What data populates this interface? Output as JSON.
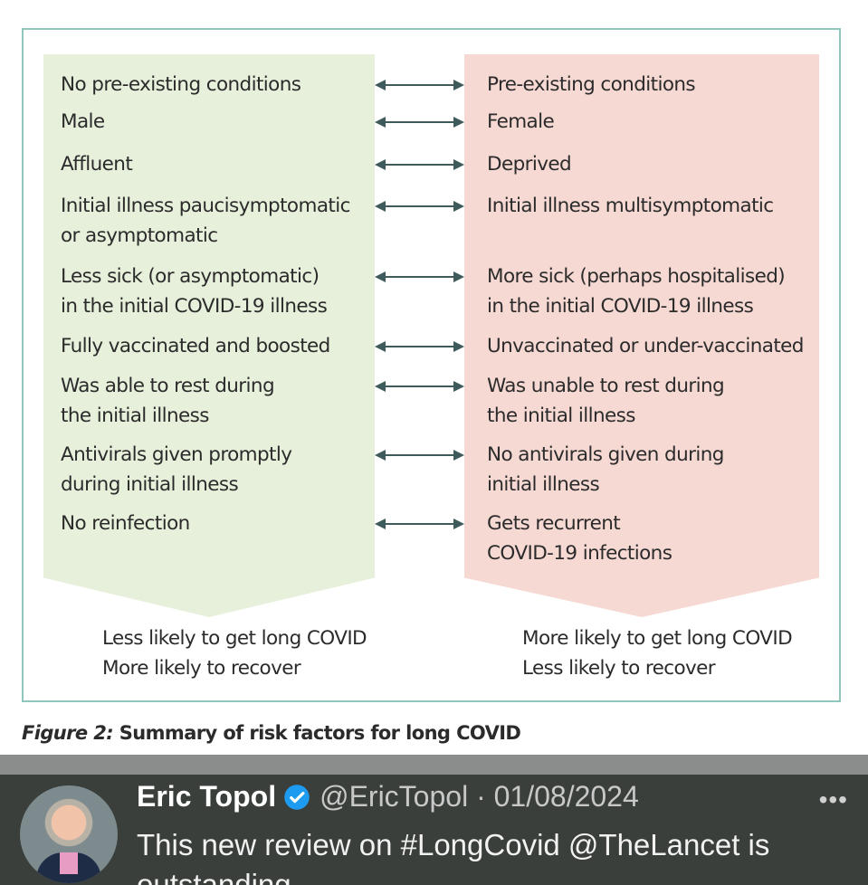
{
  "figure": {
    "left_factors": [
      "No pre-existing conditions",
      "Male",
      "Affluent",
      "Initial illness paucisymptomatic\nor asymptomatic",
      "Less sick (or asymptomatic)\nin the initial COVID-19 illness",
      "Fully vaccinated and boosted",
      "Was able to rest during\nthe initial illness",
      "Antivirals given promptly\nduring initial illness",
      "No reinfection"
    ],
    "right_factors": [
      "Pre-existing conditions",
      "Female",
      "Deprived",
      "Initial illness multisymptomatic",
      "More sick (perhaps hospitalised)\nin the initial COVID-19 illness",
      "Unvaccinated or under-vaccinated",
      "Was unable to rest during\nthe initial illness",
      "No antivirals given during\ninitial illness",
      "Gets recurrent\nCOVID-19 infections"
    ],
    "left_outcome_1": "Less likely to get long COVID",
    "left_outcome_2": "More likely to recover",
    "right_outcome_1": "More likely to get long COVID",
    "right_outcome_2": "Less likely to recover",
    "caption_label": "Figure 2:",
    "caption_text": " Summary of risk factors for long COVID",
    "colors": {
      "left_panel": "#e7f0db",
      "right_panel": "#f6d9d3",
      "border": "#8fc7bd",
      "arrow": "#3f5a5a"
    }
  },
  "tweet": {
    "name": "Eric Topol",
    "handle_date": "@EricTopol · 01/08/2024",
    "more_icon": "more-icon",
    "text": "This new review on #LongCovid @TheLancet is outstanding."
  }
}
